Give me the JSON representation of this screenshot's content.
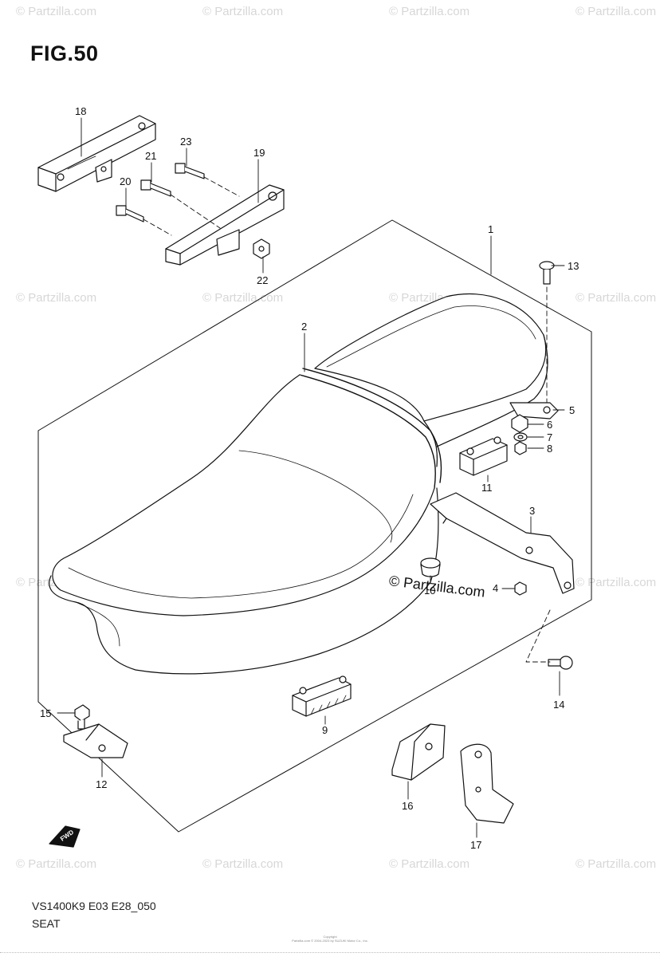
{
  "figure": {
    "title": "FIG.50",
    "code": "VS1400K9 E03 E28_050",
    "name": "SEAT",
    "copyright_line1": "Copyright",
    "copyright_line2": "Partzilla.com © 2004-2023 by SUZUKI Motor Co., Inc."
  },
  "watermark": {
    "text": "© Partzilla.com",
    "center_text": "© Partzilla.com"
  },
  "fwd_label": "FWD",
  "callouts": {
    "c1": "1",
    "c2": "2",
    "c3": "3",
    "c4": "4",
    "c5": "5",
    "c6": "6",
    "c7": "7",
    "c8": "8",
    "c9": "9",
    "c10": "10",
    "c11": "11",
    "c12": "12",
    "c13": "13",
    "c14": "14",
    "c15": "15",
    "c16": "16",
    "c17": "17",
    "c18": "18",
    "c19": "19",
    "c20": "20",
    "c21": "21",
    "c22": "22",
    "c23": "23"
  }
}
